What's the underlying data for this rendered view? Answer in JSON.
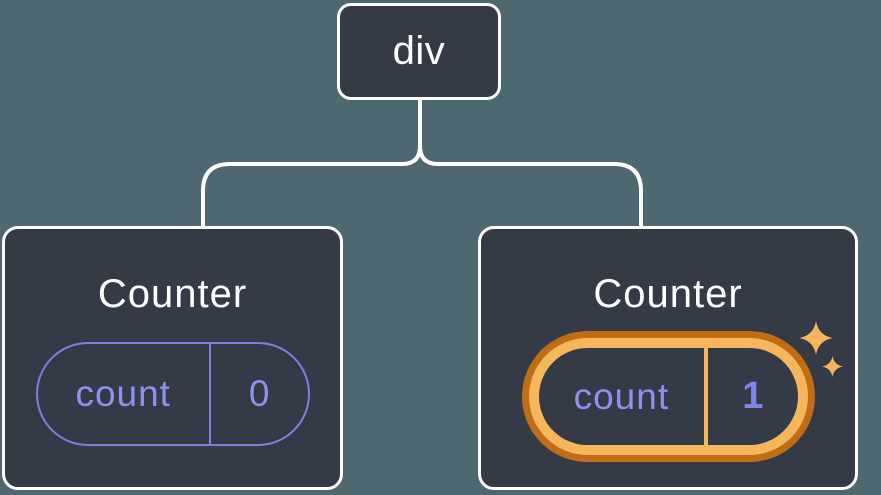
{
  "diagram": {
    "description": "Component tree: div root with two Counter children holding count state",
    "tree": {
      "root": {
        "label": "div"
      },
      "children": [
        {
          "title": "Counter",
          "state": {
            "key": "count",
            "value": "0"
          },
          "highlighted": false
        },
        {
          "title": "Counter",
          "state": {
            "key": "count",
            "value": "1"
          },
          "highlighted": true
        }
      ]
    },
    "icons": {
      "highlight": "sparkle-icon"
    },
    "colors": {
      "background": "#4d6870",
      "node_fill": "#343a46",
      "node_border": "#ffffff",
      "connector_line": "#ffffff",
      "state_accent_purple": "#7b82e0",
      "state_text_purple": "#8c92ee",
      "highlight_orange_dark": "#c06e15",
      "highlight_orange_light": "#f6b65c",
      "sparkle": "#f3b45c"
    }
  }
}
